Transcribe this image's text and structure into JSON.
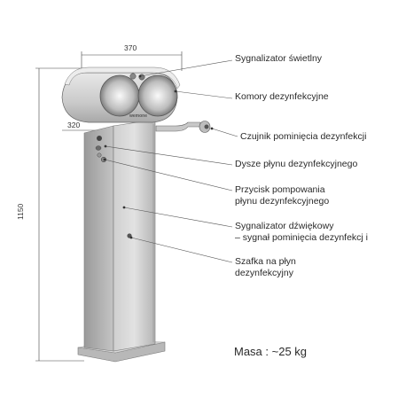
{
  "diagram": {
    "dimensions": {
      "width_top": "370",
      "depth": "320",
      "height": "1150"
    },
    "brand": "wemone",
    "labels": [
      {
        "id": "light-signal",
        "text": "Sygnalizator świetlny"
      },
      {
        "id": "disinfection-chambers",
        "text": "Komory dezynfekcyjne"
      },
      {
        "id": "skip-sensor",
        "text": "Czujnik pominięcia dezynfekcji"
      },
      {
        "id": "nozzles",
        "text": "Dysze płynu dezynfekcyjnego"
      },
      {
        "id": "pump-button",
        "text": "Przycisk pompowania",
        "text2": "płynu dezynfekcyjnego"
      },
      {
        "id": "sound-signal",
        "text": "Sygnalizator dźwiękowy",
        "text2": "– sygnał pominięcia dezynfekcj i"
      },
      {
        "id": "cabinet",
        "text": "Szafka na płyn",
        "text2": "dezynfekcyjny"
      }
    ],
    "mass": "Masa : ~25 kg"
  }
}
